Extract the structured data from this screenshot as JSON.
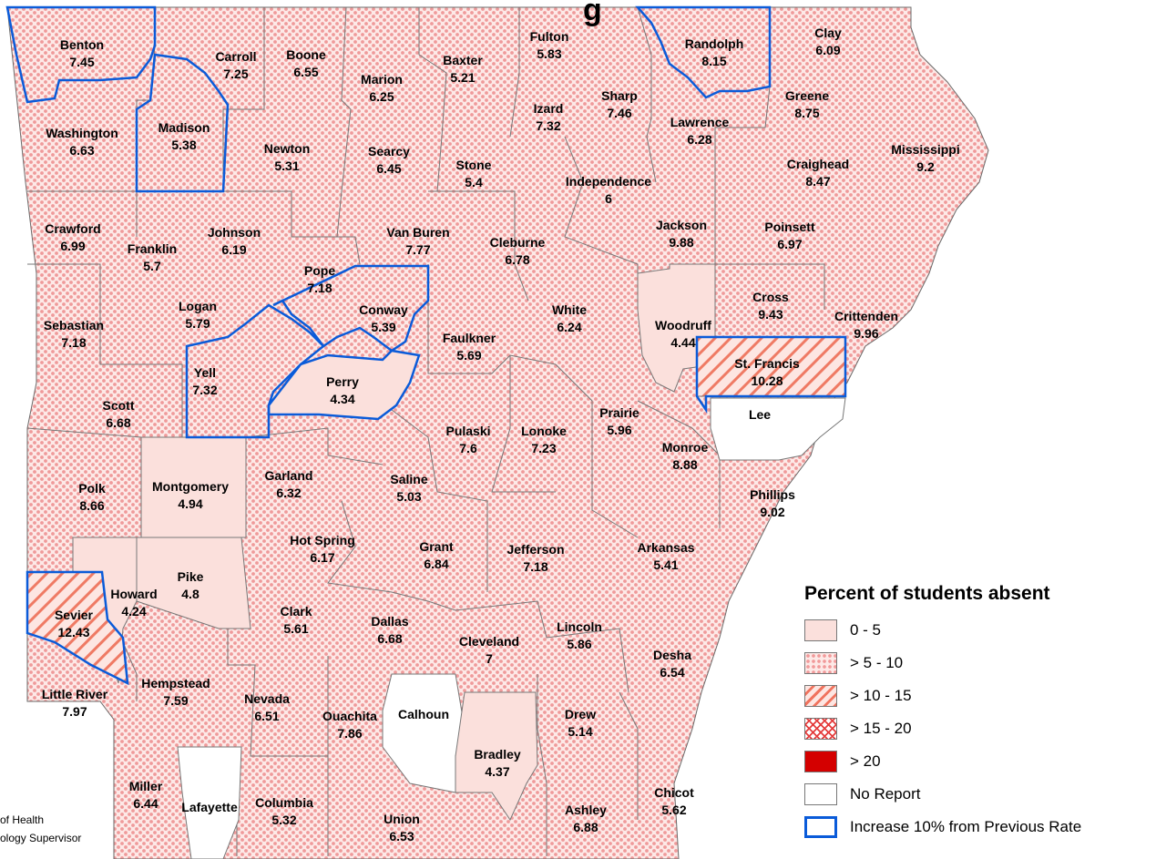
{
  "title_fragment": "g",
  "credit_lines": [
    "of Health",
    "ology Supervisor"
  ],
  "legend": {
    "title": "Percent of students absent",
    "items": [
      {
        "label": "0 - 5",
        "style": "light",
        "color": "#fbe0dc"
      },
      {
        "label": "> 5 - 10",
        "style": "dots",
        "color": "#f19a9a"
      },
      {
        "label": "> 10 - 15",
        "style": "hatch",
        "color": "#f0735e"
      },
      {
        "label": "> 15 - 20",
        "style": "crosshatch",
        "color": "#e43c3c"
      },
      {
        "label": "> 20",
        "style": "solid",
        "color": "#d40000"
      },
      {
        "label": "No Report",
        "style": "none",
        "color": "#ffffff"
      },
      {
        "label": "Increase 10% from Previous Rate",
        "style": "outline",
        "color": "#0a5bd9"
      }
    ]
  },
  "counties": [
    {
      "name": "Benton",
      "rate": "7.45",
      "category": "dots",
      "increase": true
    },
    {
      "name": "Carroll",
      "rate": "7.25",
      "category": "dots",
      "increase": false
    },
    {
      "name": "Boone",
      "rate": "6.55",
      "category": "dots",
      "increase": false
    },
    {
      "name": "Marion",
      "rate": "6.25",
      "category": "dots",
      "increase": false
    },
    {
      "name": "Baxter",
      "rate": "5.21",
      "category": "dots",
      "increase": false
    },
    {
      "name": "Fulton",
      "rate": "5.83",
      "category": "dots",
      "increase": false
    },
    {
      "name": "Randolph",
      "rate": "8.15",
      "category": "dots",
      "increase": true
    },
    {
      "name": "Clay",
      "rate": "6.09",
      "category": "dots",
      "increase": false
    },
    {
      "name": "Washington",
      "rate": "6.63",
      "category": "dots",
      "increase": false
    },
    {
      "name": "Madison",
      "rate": "5.38",
      "category": "dots",
      "increase": true
    },
    {
      "name": "Newton",
      "rate": "5.31",
      "category": "dots",
      "increase": false
    },
    {
      "name": "Searcy",
      "rate": "6.45",
      "category": "dots",
      "increase": false
    },
    {
      "name": "Stone",
      "rate": "5.4",
      "category": "dots",
      "increase": false
    },
    {
      "name": "Izard",
      "rate": "7.32",
      "category": "dots",
      "increase": false
    },
    {
      "name": "Sharp",
      "rate": "7.46",
      "category": "dots",
      "increase": false
    },
    {
      "name": "Lawrence",
      "rate": "6.28",
      "category": "dots",
      "increase": false
    },
    {
      "name": "Greene",
      "rate": "8.75",
      "category": "dots",
      "increase": false
    },
    {
      "name": "Independence",
      "rate": "6",
      "category": "dots",
      "increase": false
    },
    {
      "name": "Craighead",
      "rate": "8.47",
      "category": "dots",
      "increase": false
    },
    {
      "name": "Mississippi",
      "rate": "9.2",
      "category": "dots",
      "increase": false
    },
    {
      "name": "Crawford",
      "rate": "6.99",
      "category": "dots",
      "increase": false
    },
    {
      "name": "Franklin",
      "rate": "5.7",
      "category": "dots",
      "increase": false
    },
    {
      "name": "Johnson",
      "rate": "6.19",
      "category": "dots",
      "increase": false
    },
    {
      "name": "Van Buren",
      "rate": "7.77",
      "category": "dots",
      "increase": false
    },
    {
      "name": "Cleburne",
      "rate": "6.78",
      "category": "dots",
      "increase": false
    },
    {
      "name": "Jackson",
      "rate": "9.88",
      "category": "dots",
      "increase": false
    },
    {
      "name": "Poinsett",
      "rate": "6.97",
      "category": "dots",
      "increase": false
    },
    {
      "name": "Pope",
      "rate": "7.18",
      "category": "dots",
      "increase": false
    },
    {
      "name": "Logan",
      "rate": "5.79",
      "category": "dots",
      "increase": false
    },
    {
      "name": "Conway",
      "rate": "5.39",
      "category": "dots",
      "increase": true
    },
    {
      "name": "White",
      "rate": "6.24",
      "category": "dots",
      "increase": false
    },
    {
      "name": "Woodruff",
      "rate": "4.44",
      "category": "light",
      "increase": false
    },
    {
      "name": "Cross",
      "rate": "9.43",
      "category": "dots",
      "increase": false
    },
    {
      "name": "Crittenden",
      "rate": "9.96",
      "category": "dots",
      "increase": false
    },
    {
      "name": "Sebastian",
      "rate": "7.18",
      "category": "dots",
      "increase": false
    },
    {
      "name": "Faulkner",
      "rate": "5.69",
      "category": "dots",
      "increase": false
    },
    {
      "name": "Yell",
      "rate": "7.32",
      "category": "dots",
      "increase": true
    },
    {
      "name": "Perry",
      "rate": "4.34",
      "category": "light",
      "increase": true
    },
    {
      "name": "St. Francis",
      "rate": "10.28",
      "category": "hatch",
      "increase": true
    },
    {
      "name": "Lee",
      "rate": "",
      "category": "none",
      "increase": false
    },
    {
      "name": "Scott",
      "rate": "6.68",
      "category": "dots",
      "increase": false
    },
    {
      "name": "Prairie",
      "rate": "5.96",
      "category": "dots",
      "increase": false
    },
    {
      "name": "Pulaski",
      "rate": "7.6",
      "category": "dots",
      "increase": false
    },
    {
      "name": "Lonoke",
      "rate": "7.23",
      "category": "dots",
      "increase": false
    },
    {
      "name": "Monroe",
      "rate": "8.88",
      "category": "dots",
      "increase": false
    },
    {
      "name": "Polk",
      "rate": "8.66",
      "category": "dots",
      "increase": false
    },
    {
      "name": "Montgomery",
      "rate": "4.94",
      "category": "light",
      "increase": false
    },
    {
      "name": "Garland",
      "rate": "6.32",
      "category": "dots",
      "increase": false
    },
    {
      "name": "Saline",
      "rate": "5.03",
      "category": "dots",
      "increase": false
    },
    {
      "name": "Phillips",
      "rate": "9.02",
      "category": "dots",
      "increase": false
    },
    {
      "name": "Hot Spring",
      "rate": "6.17",
      "category": "dots",
      "increase": false
    },
    {
      "name": "Grant",
      "rate": "6.84",
      "category": "dots",
      "increase": false
    },
    {
      "name": "Jefferson",
      "rate": "7.18",
      "category": "dots",
      "increase": false
    },
    {
      "name": "Arkansas",
      "rate": "5.41",
      "category": "dots",
      "increase": false
    },
    {
      "name": "Pike",
      "rate": "4.8",
      "category": "light",
      "increase": false
    },
    {
      "name": "Howard",
      "rate": "4.24",
      "category": "light",
      "increase": false
    },
    {
      "name": "Sevier",
      "rate": "12.43",
      "category": "hatch",
      "increase": true
    },
    {
      "name": "Clark",
      "rate": "5.61",
      "category": "dots",
      "increase": false
    },
    {
      "name": "Dallas",
      "rate": "6.68",
      "category": "dots",
      "increase": false
    },
    {
      "name": "Cleveland",
      "rate": "7",
      "category": "dots",
      "increase": false
    },
    {
      "name": "Lincoln",
      "rate": "5.86",
      "category": "dots",
      "increase": false
    },
    {
      "name": "Desha",
      "rate": "6.54",
      "category": "dots",
      "increase": false
    },
    {
      "name": "Hempstead",
      "rate": "7.59",
      "category": "dots",
      "increase": false
    },
    {
      "name": "Little River",
      "rate": "7.97",
      "category": "dots",
      "increase": false
    },
    {
      "name": "Nevada",
      "rate": "6.51",
      "category": "dots",
      "increase": false
    },
    {
      "name": "Ouachita",
      "rate": "7.86",
      "category": "dots",
      "increase": false
    },
    {
      "name": "Calhoun",
      "rate": "",
      "category": "none",
      "increase": false
    },
    {
      "name": "Drew",
      "rate": "5.14",
      "category": "dots",
      "increase": false
    },
    {
      "name": "Bradley",
      "rate": "4.37",
      "category": "light",
      "increase": false
    },
    {
      "name": "Miller",
      "rate": "6.44",
      "category": "dots",
      "increase": false
    },
    {
      "name": "Lafayette",
      "rate": "",
      "category": "none",
      "increase": false
    },
    {
      "name": "Columbia",
      "rate": "5.32",
      "category": "dots",
      "increase": false
    },
    {
      "name": "Union",
      "rate": "6.53",
      "category": "dots",
      "increase": false
    },
    {
      "name": "Ashley",
      "rate": "6.88",
      "category": "dots",
      "increase": false
    },
    {
      "name": "Chicot",
      "rate": "5.62",
      "category": "dots",
      "increase": false
    }
  ]
}
